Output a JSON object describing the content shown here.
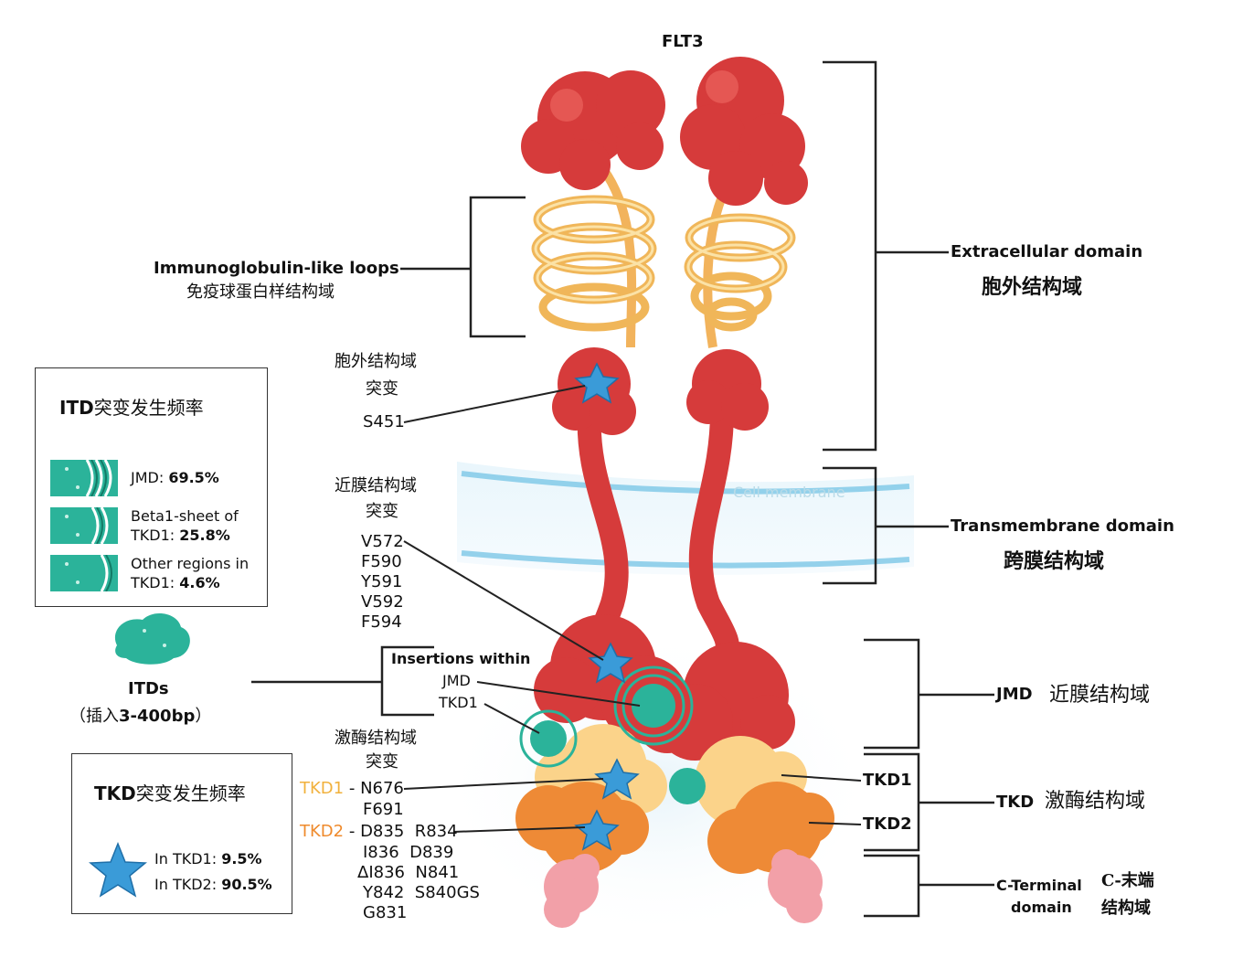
{
  "title": "FLT3",
  "right_labels": {
    "extracellular": {
      "en": "Extracellular domain",
      "cn": "胞外结构域"
    },
    "transmembrane": {
      "en": "Transmembrane domain",
      "cn": "跨膜结构域"
    },
    "jmd": {
      "en": "JMD",
      "cn": "近膜结构域"
    },
    "tkd1": "TKD1",
    "tkd2": "TKD2",
    "tkd": {
      "en": "TKD",
      "cn": "激酶结构域"
    },
    "cterm": {
      "en1": "C-Terminal",
      "en2": "domain",
      "cn1": "C-末端",
      "cn2": "结构域"
    }
  },
  "ig_loops": {
    "en": "Immunoglobulin-like loops",
    "cn": "免疫球蛋白样结构域"
  },
  "membrane_label": "Cell membrane",
  "ec_mutation": {
    "line1": "胞外结构域",
    "line2": "突变",
    "site": "S451"
  },
  "jm_mutation": {
    "line1": "近膜结构域",
    "line2": "突变",
    "sites": [
      "V572",
      "F590",
      "Y591",
      "V592",
      "F594"
    ]
  },
  "insertions": {
    "title": "Insertions within",
    "jmd": "JMD",
    "tkd1": "TKD1"
  },
  "kinase_mutation": {
    "line1": "激酶结构域",
    "line2": "突变",
    "tkd1_label": "TKD1",
    "tkd1_first": " - N676",
    "tkd1_more": [
      "F691"
    ],
    "tkd2_label": "TKD2",
    "tkd2_first": " - D835  R834",
    "tkd2_more": [
      "I836  D839",
      "ΔI836  N841",
      "Y842  S840GS",
      "G831"
    ]
  },
  "itd_box": {
    "title_en": "ITD",
    "title_cn": "突变发生频率",
    "rows": [
      {
        "label": "JMD: ",
        "value": "69.5%"
      },
      {
        "label": "Beta1-sheet of",
        "label2": "TKD1: ",
        "value": "25.8%"
      },
      {
        "label": "Other regions in",
        "label2": "TKD1: ",
        "value": "4.6%"
      }
    ]
  },
  "itds": {
    "label": "ITDs",
    "sub_open": "（插入",
    "sub_bold": "3-400bp",
    "sub_close": "）"
  },
  "tkd_box": {
    "title_en": "TKD",
    "title_cn": "突变发生频率",
    "rows": [
      {
        "label": "In TKD1: ",
        "value": "9.5%"
      },
      {
        "label": "In TKD2: ",
        "value": "90.5%"
      }
    ]
  },
  "colors": {
    "red_domain": "#d63b3b",
    "ig_loop": "#f5c96a",
    "tkd1": "#fbd38a",
    "tkd2": "#ee8a36",
    "cterm": "#f2a0a8",
    "itd": "#2bb39a",
    "star": "#3a9bd8",
    "membrane": "#8fd0ea"
  }
}
